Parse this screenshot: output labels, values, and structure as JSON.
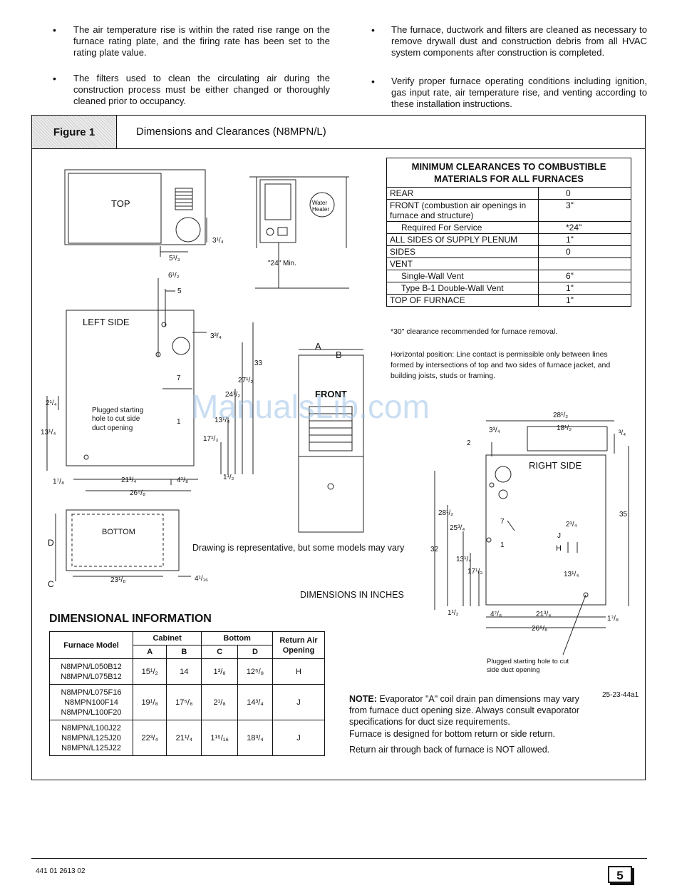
{
  "bullets_left": [
    "The air temperature rise is within the rated rise range on the furnace rating plate, and the firing rate has been set to the rating plate value.",
    "The filters used to clean the circulating air during the construction process must be either changed or thoroughly cleaned prior to occupancy."
  ],
  "bullets_right": [
    "The furnace, ductwork and filters are cleaned as necessary to remove drywall dust and construction debris from all HVAC system components after construction is completed.",
    "Verify proper furnace operating conditions including ignition, gas input rate, air temperature rise, and venting according to these installation instructions."
  ],
  "bullet_symbol": "•",
  "figure": {
    "tag": "Figure 1",
    "title": "Dimensions and Clearances (N8MPN/L)"
  },
  "labels": {
    "top": "TOP",
    "left_side": "LEFT SIDE",
    "right_side": "RIGHT SIDE",
    "front": "FRONT",
    "bottom": "BOTTOM",
    "water_heater_1": "Water",
    "water_heater_2": "Heater",
    "min_24": "\"24\" Min.",
    "plugged_left_1": "Plugged starting",
    "plugged_left_2": "hole to cut side",
    "plugged_left_3": "duct opening",
    "plugged_right_1": "Plugged starting hole to cut",
    "plugged_right_2": "side duct opening",
    "drawing_note": "Drawing is representative, but some models may vary",
    "dimensions_in_inches": "DIMENSIONS IN INCHES",
    "letter_a": "A",
    "letter_b": "B",
    "letter_c": "C",
    "letter_d": "D",
    "letter_j": "J",
    "letter_h": "H",
    "drawing_number": "25-23-44a1",
    "watermark": "ManualsLib.com"
  },
  "dims_left": {
    "d_5_1_3": "5¹/₃",
    "d_3_1_4": "3¹/₄",
    "d_6_1_2": "6¹/₂",
    "d_5": "5",
    "d_3_3_4": "3³/₄",
    "d_33": "33",
    "d_27_1_2": "27¹/₂",
    "d_7": "7",
    "d_24_1_2": "24¹/₂",
    "d_2_1_4": "2¹/₄",
    "d_13_1_4a": "13¹/₄",
    "d_1": "1",
    "d_13_1_4b": "13¹/₄",
    "d_17_1_3": "17¹/₃",
    "d_1_7_8": "1⁷/₈",
    "d_21_3_4": "21³/₄",
    "d_4_7_8": "4⁷/₈",
    "d_1_1_2": "1¹/₂",
    "d_26_5_8": "26⁵/₈",
    "d_23_1_8": "23¹/₈",
    "d_4_1_16": "4¹/₁₆"
  },
  "dims_right": {
    "d_28_1_2a": "28¹/₂",
    "d_3_3_4": "3³/₄",
    "d_18_1_2": "18¹/₂",
    "d_3_4": "³/₄",
    "d_2": "2",
    "d_28_1_2b": "28¹/₂",
    "d_7": "7",
    "d_25_3_4": "25³/₄",
    "d_2_1_4": "2¹/₄",
    "d_35": "35",
    "d_1": "1",
    "d_32": "32",
    "d_13_1_4a": "13¹/₄",
    "d_17_1_3": "17¹/₃",
    "d_13_1_4b": "13¹/₄",
    "d_1_1_2": "1¹/₂",
    "d_4_7_8": "4⁷/₈",
    "d_21_3_4": "21³/₄",
    "d_1_7_8": "1⁷/₈",
    "d_26_5_8": "26⁵/₈"
  },
  "clearances": {
    "title_1": "MINIMUM CLEARANCES TO COMBUSTIBLE",
    "title_2": "MATERIALS FOR ALL FURNACES",
    "rows": [
      {
        "label": "REAR",
        "value": "0"
      },
      {
        "label": "FRONT (combustion air openings in furnace and structure)",
        "value": "3\""
      },
      {
        "label": "Required For Service",
        "value": "*24\""
      },
      {
        "label": "ALL SIDES Of SUPPLY PLENUM",
        "value": "1\""
      },
      {
        "label": "SIDES",
        "value": "0"
      },
      {
        "label": "VENT",
        "value": ""
      },
      {
        "label": "Single-Wall Vent",
        "value": "6\""
      },
      {
        "label": "Type B-1 Double-Wall Vent",
        "value": "1\""
      },
      {
        "label": "TOP OF FURNACE",
        "value": "1\""
      }
    ],
    "footnote": "*30\" clearance recommended for furnace removal.",
    "horizontal_note": "Horizontal position: Line contact is permissible only between lines formed by intersections of top and two sides of furnace jacket, and building joists, studs or framing."
  },
  "dimensional": {
    "heading": "DIMENSIONAL INFORMATION",
    "col_model": "Furnace Model",
    "col_cabinet": "Cabinet",
    "col_bottom": "Bottom",
    "col_return": "Return Air Opening",
    "sub_a": "A",
    "sub_b": "B",
    "sub_c": "C",
    "sub_d": "D",
    "rows": [
      {
        "models": "N8MPN/L050B12\nN8MPN/L075B12",
        "a": "15¹/₂",
        "b": "14",
        "c": "1³/₈",
        "d": "12⁵/₈",
        "ret": "H"
      },
      {
        "models": "N8MPN/L075F16\nN8MPN100F14\nN8MPN/L100F20",
        "a": "19¹/₈",
        "b": "17⁵/₈",
        "c": "2¹/₈",
        "d": "14³/₄",
        "ret": "J"
      },
      {
        "models": "N8MPN/L100J22\nN8MPN/L125J20\nN8MPN/L125J22",
        "a": "22³/₄",
        "b": "21¹/₄",
        "c": "1¹⁵/₁₆",
        "d": "18³/₄",
        "ret": "J"
      }
    ]
  },
  "notes": {
    "note_label": "NOTE:",
    "note_text": " Evaporator \"A\" coil drain pan dimensions may vary from furnace duct opening size. Always consult evaporator specifications for duct size requirements.",
    "return_1": "Furnace is designed for bottom return or side return.",
    "return_2": "Return air through back of furnace is NOT allowed."
  },
  "footer": {
    "doc_number": "441 01 2613 02",
    "page_number": "5"
  }
}
